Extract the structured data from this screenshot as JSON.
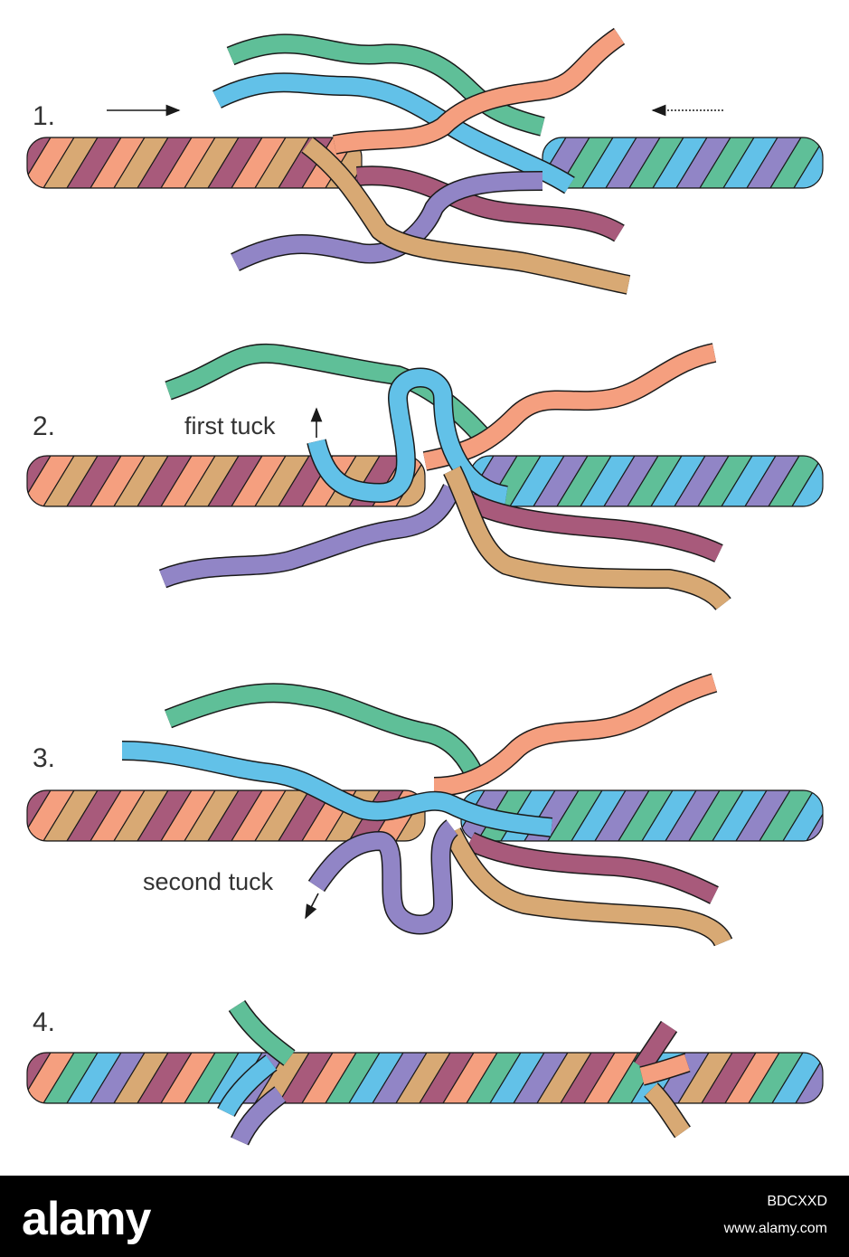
{
  "colors": {
    "orange": "#f59f7f",
    "green": "#5fbf98",
    "blue": "#62c1e8",
    "purple": "#9185c6",
    "maroon": "#a85a7b",
    "tan": "#d8a974",
    "outline": "#1a1a1a"
  },
  "steps": [
    {
      "label": "1."
    },
    {
      "label": "2.",
      "annotation": "first tuck"
    },
    {
      "label": "3.",
      "annotation": "second tuck"
    },
    {
      "label": "4."
    }
  ],
  "footer": {
    "logo": "alamy",
    "image_id": "BDCXXD",
    "url": "www.alamy.com"
  }
}
